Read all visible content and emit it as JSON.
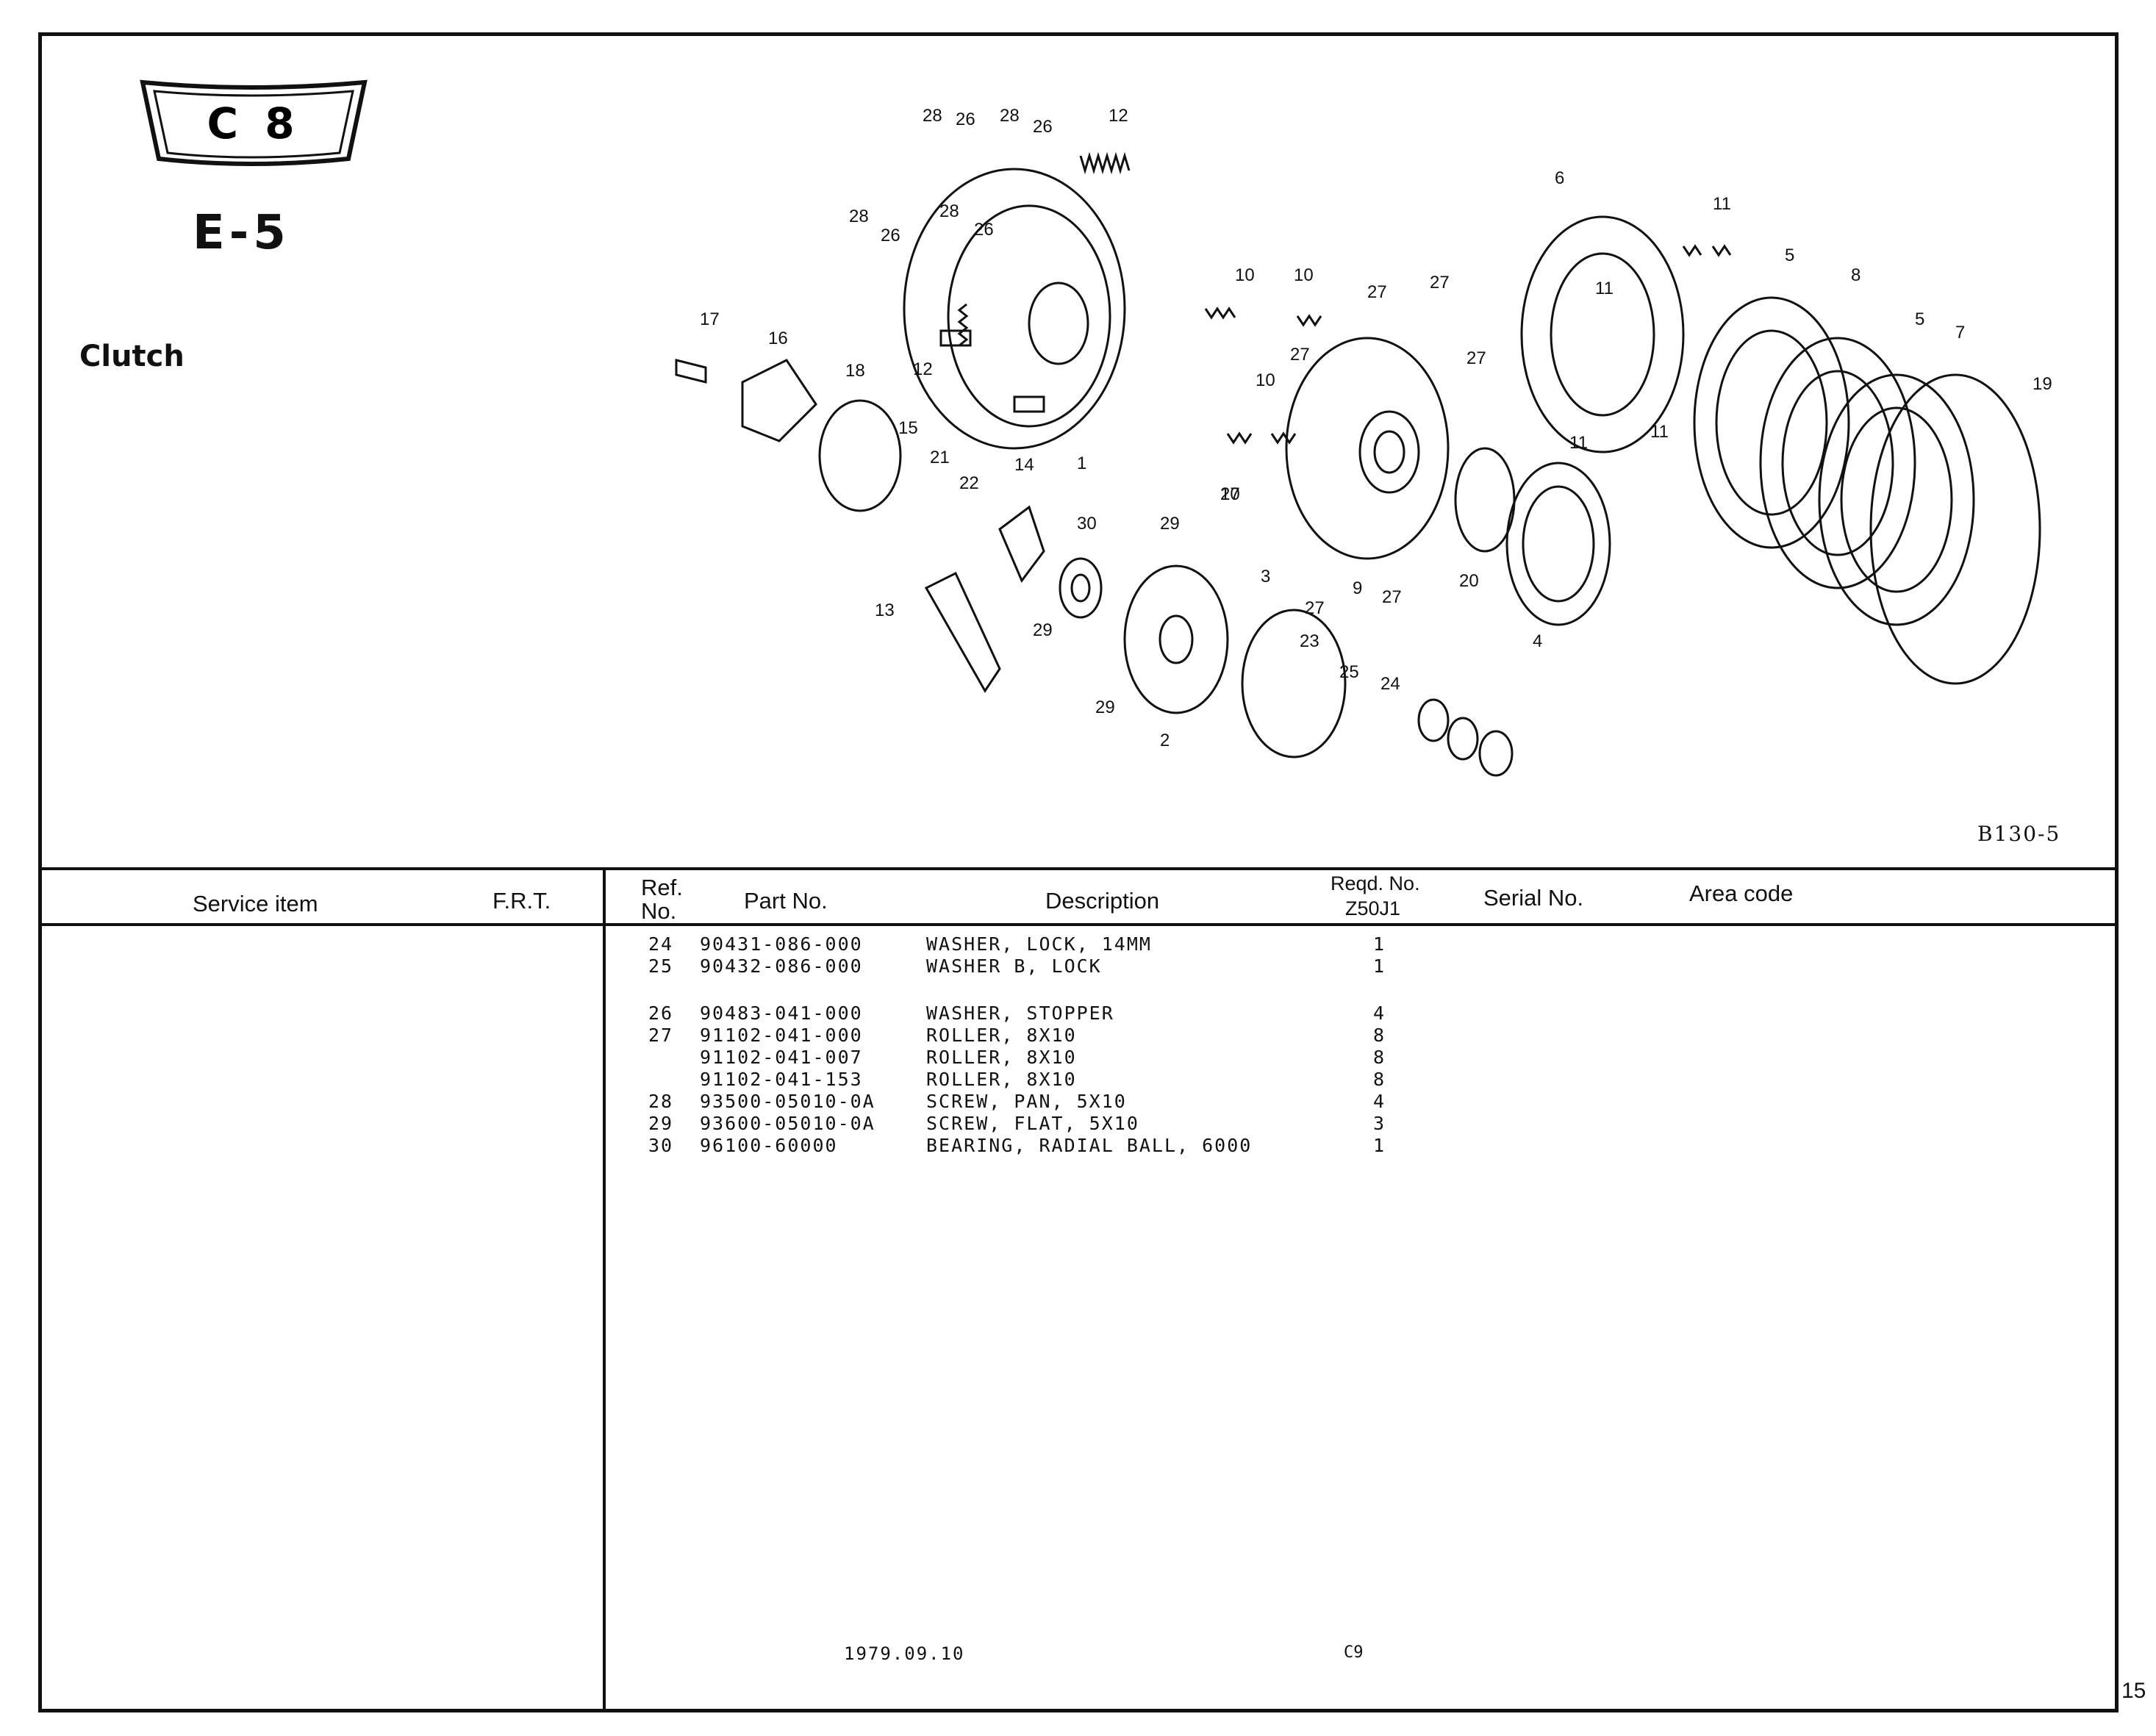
{
  "header": {
    "badge_code": "C 8",
    "section_code": "E-5",
    "section_title": "Clutch"
  },
  "figure": {
    "code": "B130-5",
    "labels": [
      "28",
      "26",
      "28",
      "26",
      "12",
      "28",
      "26",
      "28",
      "26",
      "10",
      "6",
      "11",
      "11",
      "5",
      "8",
      "5",
      "7",
      "19",
      "17",
      "16",
      "18",
      "12",
      "15",
      "21",
      "22",
      "14",
      "1",
      "10",
      "10",
      "27",
      "27",
      "27",
      "10",
      "27",
      "27",
      "30",
      "29",
      "13",
      "29",
      "29",
      "2",
      "3",
      "23",
      "25",
      "24",
      "27",
      "9",
      "27",
      "20",
      "4",
      "11",
      "11"
    ]
  },
  "table": {
    "headers": {
      "service_item": "Service item",
      "frt": "F.R.T.",
      "ref_no_line1": "Ref.",
      "ref_no_line2": "No.",
      "part_no": "Part No.",
      "description": "Description",
      "reqd_line1": "Reqd. No.",
      "reqd_line2": "Z50J1",
      "serial_no": "Serial No.",
      "area_code": "Area code"
    },
    "rows": [
      {
        "ref": "24",
        "part": "90431-086-000",
        "desc": "WASHER, LOCK, 14MM",
        "qty": "1"
      },
      {
        "ref": "25",
        "part": "90432-086-000",
        "desc": "WASHER B, LOCK",
        "qty": "1"
      },
      {
        "ref": "26",
        "part": "90483-041-000",
        "desc": "WASHER, STOPPER",
        "qty": "4"
      },
      {
        "ref": "27",
        "part": "91102-041-000",
        "desc": "ROLLER, 8X10",
        "qty": "8"
      },
      {
        "ref": "",
        "part": "91102-041-007",
        "desc": "ROLLER, 8X10",
        "qty": "8"
      },
      {
        "ref": "",
        "part": "91102-041-153",
        "desc": "ROLLER, 8X10",
        "qty": "8"
      },
      {
        "ref": "28",
        "part": "93500-05010-0A",
        "desc": "SCREW, PAN, 5X10",
        "qty": "4"
      },
      {
        "ref": "29",
        "part": "93600-05010-0A",
        "desc": "SCREW, FLAT, 5X10",
        "qty": "3"
      },
      {
        "ref": "30",
        "part": "96100-60000",
        "desc": "BEARING, RADIAL BALL, 6000",
        "qty": "1"
      }
    ]
  },
  "footer": {
    "date": "1979.09.10",
    "code": "C9",
    "page_number": "15"
  }
}
